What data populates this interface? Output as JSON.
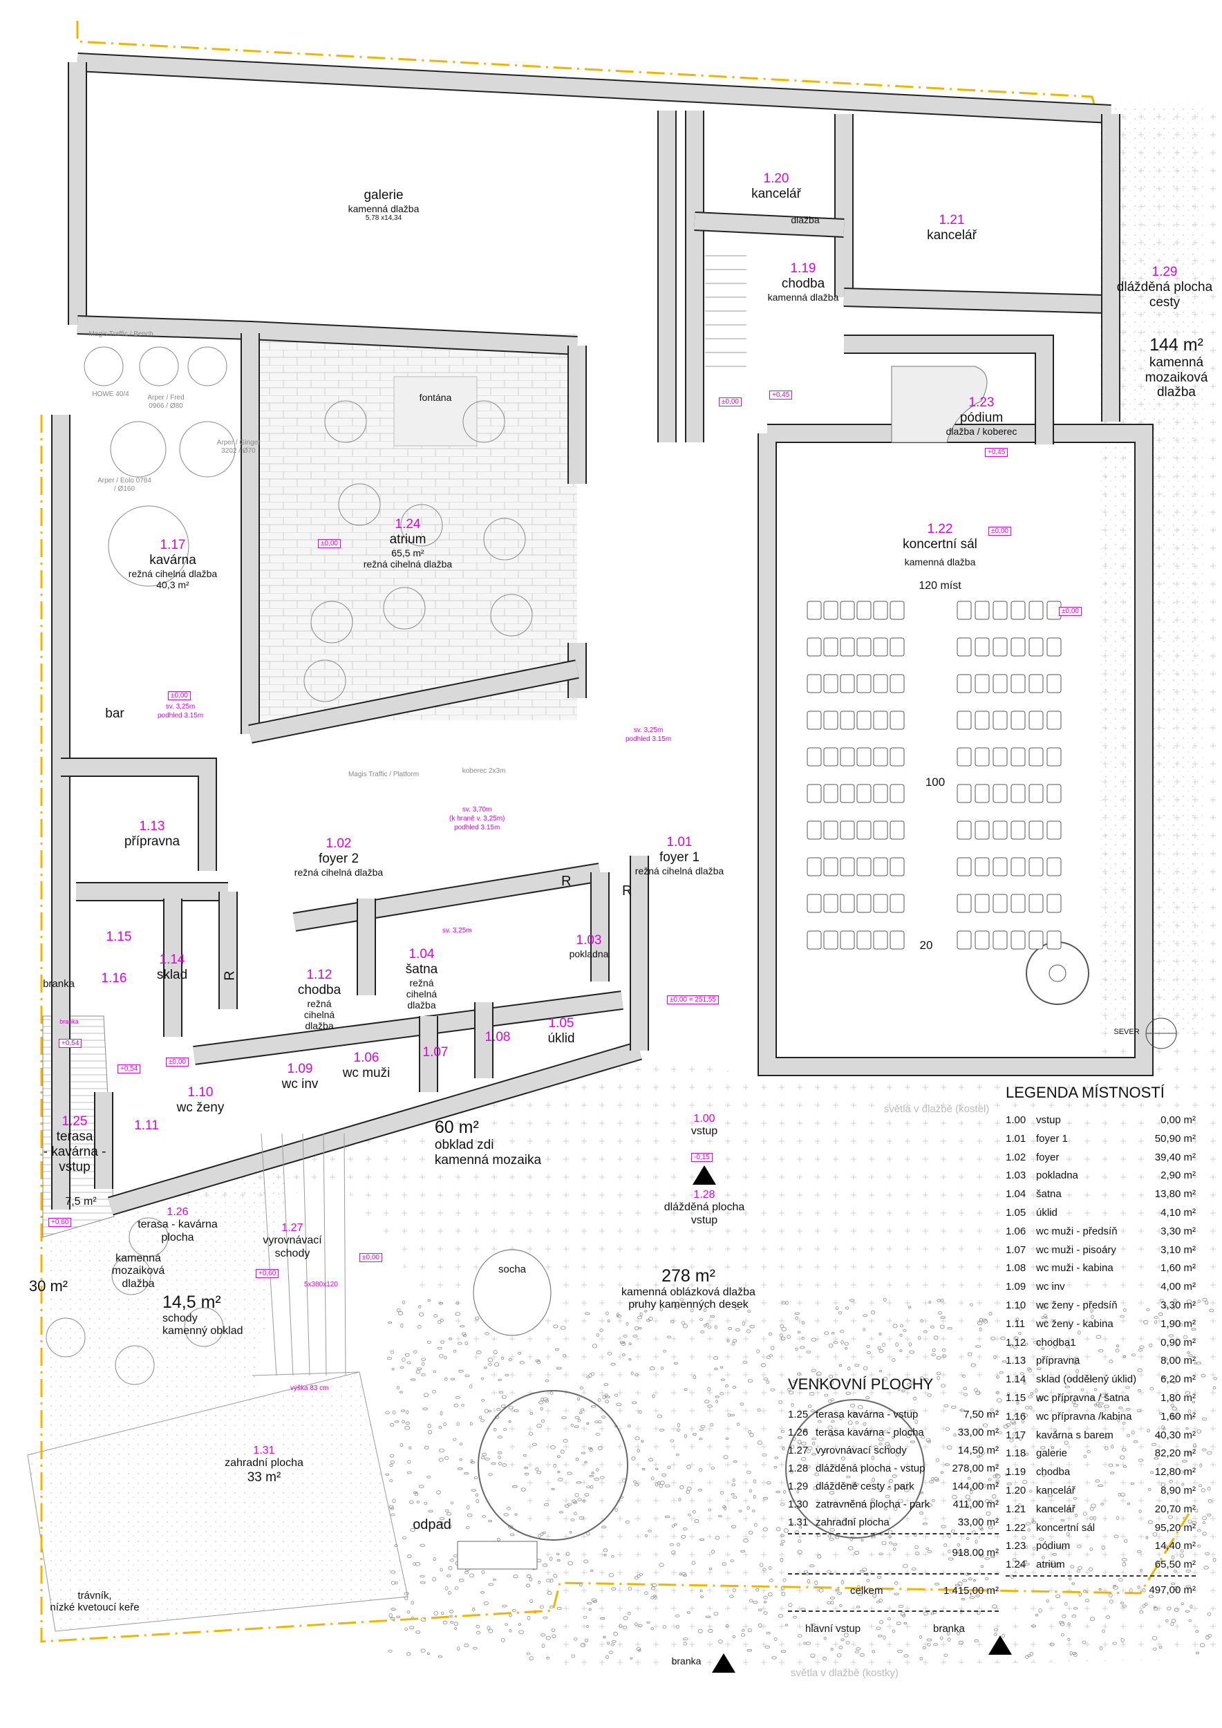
{
  "colors": {
    "room_number": "#e000e0",
    "walls": "#d9d9d9",
    "property_line": "#f0b400"
  },
  "rooms": {
    "galerie": {
      "name": "galerie",
      "material": "kamenná dlažba",
      "dims": "5,78 x14,34"
    },
    "r120": {
      "num": "1.20",
      "name": "kancelář",
      "floor_note": "dlažba"
    },
    "r121": {
      "num": "1.21",
      "name": "kancelář"
    },
    "r119": {
      "num": "1.19",
      "name": "chodba",
      "material": "kamenná dlažba"
    },
    "r129": {
      "num": "1.29",
      "name": "dlážděná plocha",
      "name2": "cesty",
      "area": "144 m²",
      "material": "kamenná",
      "material2": "mozaiková",
      "material3": "dlažba"
    },
    "r123": {
      "num": "1.23",
      "name": "pódium",
      "material": "dlažba / koberec"
    },
    "r122": {
      "num": "1.22",
      "name": "koncertní sál",
      "material": "kamenná dlažba",
      "capacity": "120 míst",
      "row_100": "100",
      "row_20": "20"
    },
    "r124": {
      "num": "1.24",
      "name": "atrium",
      "area": "65,5 m²",
      "material": "režná cihelná dlažba",
      "fountain": "fontána"
    },
    "r117": {
      "num": "1.17",
      "name": "kavárna",
      "material": "režná cihelná dlažba",
      "area": "40,3 m²",
      "bar": "bar"
    },
    "r113": {
      "num": "1.13",
      "name": "přípravna"
    },
    "r102": {
      "num": "1.02",
      "name": "foyer 2",
      "material": "režná cihelná dlažba"
    },
    "r101": {
      "num": "1.01",
      "name": "foyer 1",
      "material": "režná cihelná dlažba"
    },
    "r103": {
      "num": "1.03",
      "name": "pokladna"
    },
    "r104": {
      "num": "1.04",
      "name": "šatna",
      "material": "režná",
      "material2": "cihelná",
      "material3": "dlažba"
    },
    "r112": {
      "num": "1.12",
      "name": "chodba",
      "material": "režná",
      "material2": "cihelná",
      "material3": "dlažba"
    },
    "r115": {
      "num": "1.15"
    },
    "r114": {
      "num": "1.14",
      "name": "sklad"
    },
    "r116": {
      "num": "1.16"
    },
    "r105": {
      "num": "1.05",
      "name": "úklid"
    },
    "r106": {
      "num": "1.06",
      "name": "wc muži"
    },
    "r107": {
      "num": "1.07"
    },
    "r108": {
      "num": "1.08"
    },
    "r109": {
      "num": "1.09",
      "name": "wc inv"
    },
    "r110": {
      "num": "1.10",
      "name": "wc ženy"
    },
    "r111": {
      "num": "1.11"
    },
    "r125": {
      "num": "1.25",
      "name": "terasa",
      "name2": "- kavárna -",
      "name3": "vstup",
      "area": "7,5 m²"
    },
    "wall": {
      "area": "60 m²",
      "text": "obklad zdi",
      "text2": "kamenná mozaika"
    },
    "r100": {
      "num": "1.00",
      "name": "vstup"
    },
    "r128": {
      "num": "1.28",
      "name": "dlážděná plocha",
      "name2": "vstup",
      "area": "278 m²",
      "material": "kamenná oblázková dlažba",
      "material2": "pruhy kamenných desek"
    },
    "r126": {
      "num": "1.26",
      "name": "terasa - kavárna",
      "name2": "plocha",
      "area": "30 m²",
      "material": "kamenná",
      "material2": "mozaiková",
      "material3": "dlažba"
    },
    "r127": {
      "num": "1.27",
      "name": "vyrovnávací",
      "name2": "schody",
      "area": "14,5 m²",
      "material": "schody",
      "material2": "kamenný obklad"
    },
    "r131": {
      "num": "1.31",
      "name": "zahradní plocha",
      "area": "33 m²"
    },
    "socha": "socha",
    "odpad": "odpad",
    "travnik": "trávník,",
    "travnik2": "nízké kvetoucí keře"
  },
  "annotations": {
    "branka_side": "branka",
    "branka_small": "branka",
    "branka_bottom": "branka",
    "sever": "SEVER",
    "lights_church": "světla v dlažbě (kostel)",
    "lights_cubes": "světla v dlažbě (kostky)",
    "door_r": "R",
    "furniture": {
      "bench": "Magis Traffic / Bench",
      "platform": "Magis Traffic / Platform",
      "howe": "HOWE 40/4",
      "fred": "Arper / Fred 0966 / Ø80",
      "eolo": "Arper / Eolo 0784 / Ø160",
      "ginger": "Arper / Ginger 3202 / Ø70",
      "carpet": "koberec 2x3m"
    },
    "levels": {
      "zero": "±0,00",
      "p045": "+0,45",
      "p054": "+0,54",
      "p060": "+0,60",
      "m015": "-0,15",
      "entry": "±0,00 = 251,55",
      "ceiling_cafe": "sv. 3,25m",
      "ceiling_cafe2": "podhled 3.15m",
      "ceiling_foyer": "sv. 3,70m",
      "ceiling_foyer2": "(k hraně v. 3,25m)",
      "ceiling_foyer3": "podhled 3.15m",
      "ceiling_satna": "sv. 3,25m",
      "stairs": "5x380x120",
      "height": "výška 83 cm"
    }
  },
  "legend": {
    "title": "LEGENDA MÍSTNOSTÍ",
    "rows": [
      {
        "num": "1.00",
        "name": "vstup",
        "area": "0,00 m²"
      },
      {
        "num": "1.01",
        "name": "foyer 1",
        "area": "50,90 m²"
      },
      {
        "num": "1.02",
        "name": "foyer",
        "area": "39,40 m²"
      },
      {
        "num": "1.03",
        "name": "pokladna",
        "area": "2,90 m²"
      },
      {
        "num": "1.04",
        "name": "šatna",
        "area": "13,80 m²"
      },
      {
        "num": "1.05",
        "name": "úklid",
        "area": "4,10 m²"
      },
      {
        "num": "1.06",
        "name": "wc muži - předsíň",
        "area": "3,30 m²"
      },
      {
        "num": "1.07",
        "name": "wc muži - pisoáry",
        "area": "3,10 m²"
      },
      {
        "num": "1.08",
        "name": "wc muži - kabina",
        "area": "1,60 m²"
      },
      {
        "num": "1.09",
        "name": "wc inv",
        "area": "4,00 m²"
      },
      {
        "num": "1.10",
        "name": "wc ženy - předsíň",
        "area": "3,30 m²"
      },
      {
        "num": "1.11",
        "name": "wc ženy - kabina",
        "area": "1,90 m²"
      },
      {
        "num": "1.12",
        "name": "chodba1",
        "area": "0,90 m²"
      },
      {
        "num": "1.13",
        "name": "přípravna",
        "area": "8,00 m²"
      },
      {
        "num": "1.14",
        "name": "sklad (oddělený úklid)",
        "area": "6,20 m²"
      },
      {
        "num": "1.15",
        "name": "wc přípravna / šatna",
        "area": "1,80 m²"
      },
      {
        "num": "1.16",
        "name": "wc přípravna /kabina",
        "area": "1,60 m²"
      },
      {
        "num": "1.17",
        "name": "kavárna s barem",
        "area": "40,30 m²"
      },
      {
        "num": "1.18",
        "name": "galerie",
        "area": "82,20 m²"
      },
      {
        "num": "1.19",
        "name": "chodba",
        "area": "12,80 m²"
      },
      {
        "num": "1.20",
        "name": "kancelář",
        "area": "8,90 m²"
      },
      {
        "num": "1.21",
        "name": "kancelář",
        "area": "20,70 m²"
      },
      {
        "num": "1.22",
        "name": "koncertní sál",
        "area": "95,20 m²"
      },
      {
        "num": "1.23",
        "name": "pódium",
        "area": "14,40 m²"
      },
      {
        "num": "1.24",
        "name": "atrium",
        "area": "65,50 m²"
      }
    ],
    "total": "497,00 m²"
  },
  "outdoor": {
    "title": "VENKOVNÍ PLOCHY",
    "rows": [
      {
        "num": "1.25",
        "name": "terasa kavárna - vstup",
        "area": "7,50 m²"
      },
      {
        "num": "1.26",
        "name": "terasa kavárna - plocha",
        "area": "33,00 m²"
      },
      {
        "num": "1.27",
        "name": "vyrovnávací schody",
        "area": "14,50 m²"
      },
      {
        "num": "1.28",
        "name": "dlážděná plocha - vstup",
        "area": "278,00 m²"
      },
      {
        "num": "1.29",
        "name": "dlážděné cesty - park",
        "area": "144,00 m²"
      },
      {
        "num": "1.30",
        "name": "zatravněná plocha - park",
        "area": "411,00 m²"
      },
      {
        "num": "1.31",
        "name": "zahradní plocha",
        "area": "33,00 m²"
      }
    ],
    "subtotal": "918.00 m²",
    "grand_total_label": "celkem",
    "grand_total": "1 415,00 m²",
    "main_entry": "hlavní vstup",
    "gate": "branka"
  }
}
